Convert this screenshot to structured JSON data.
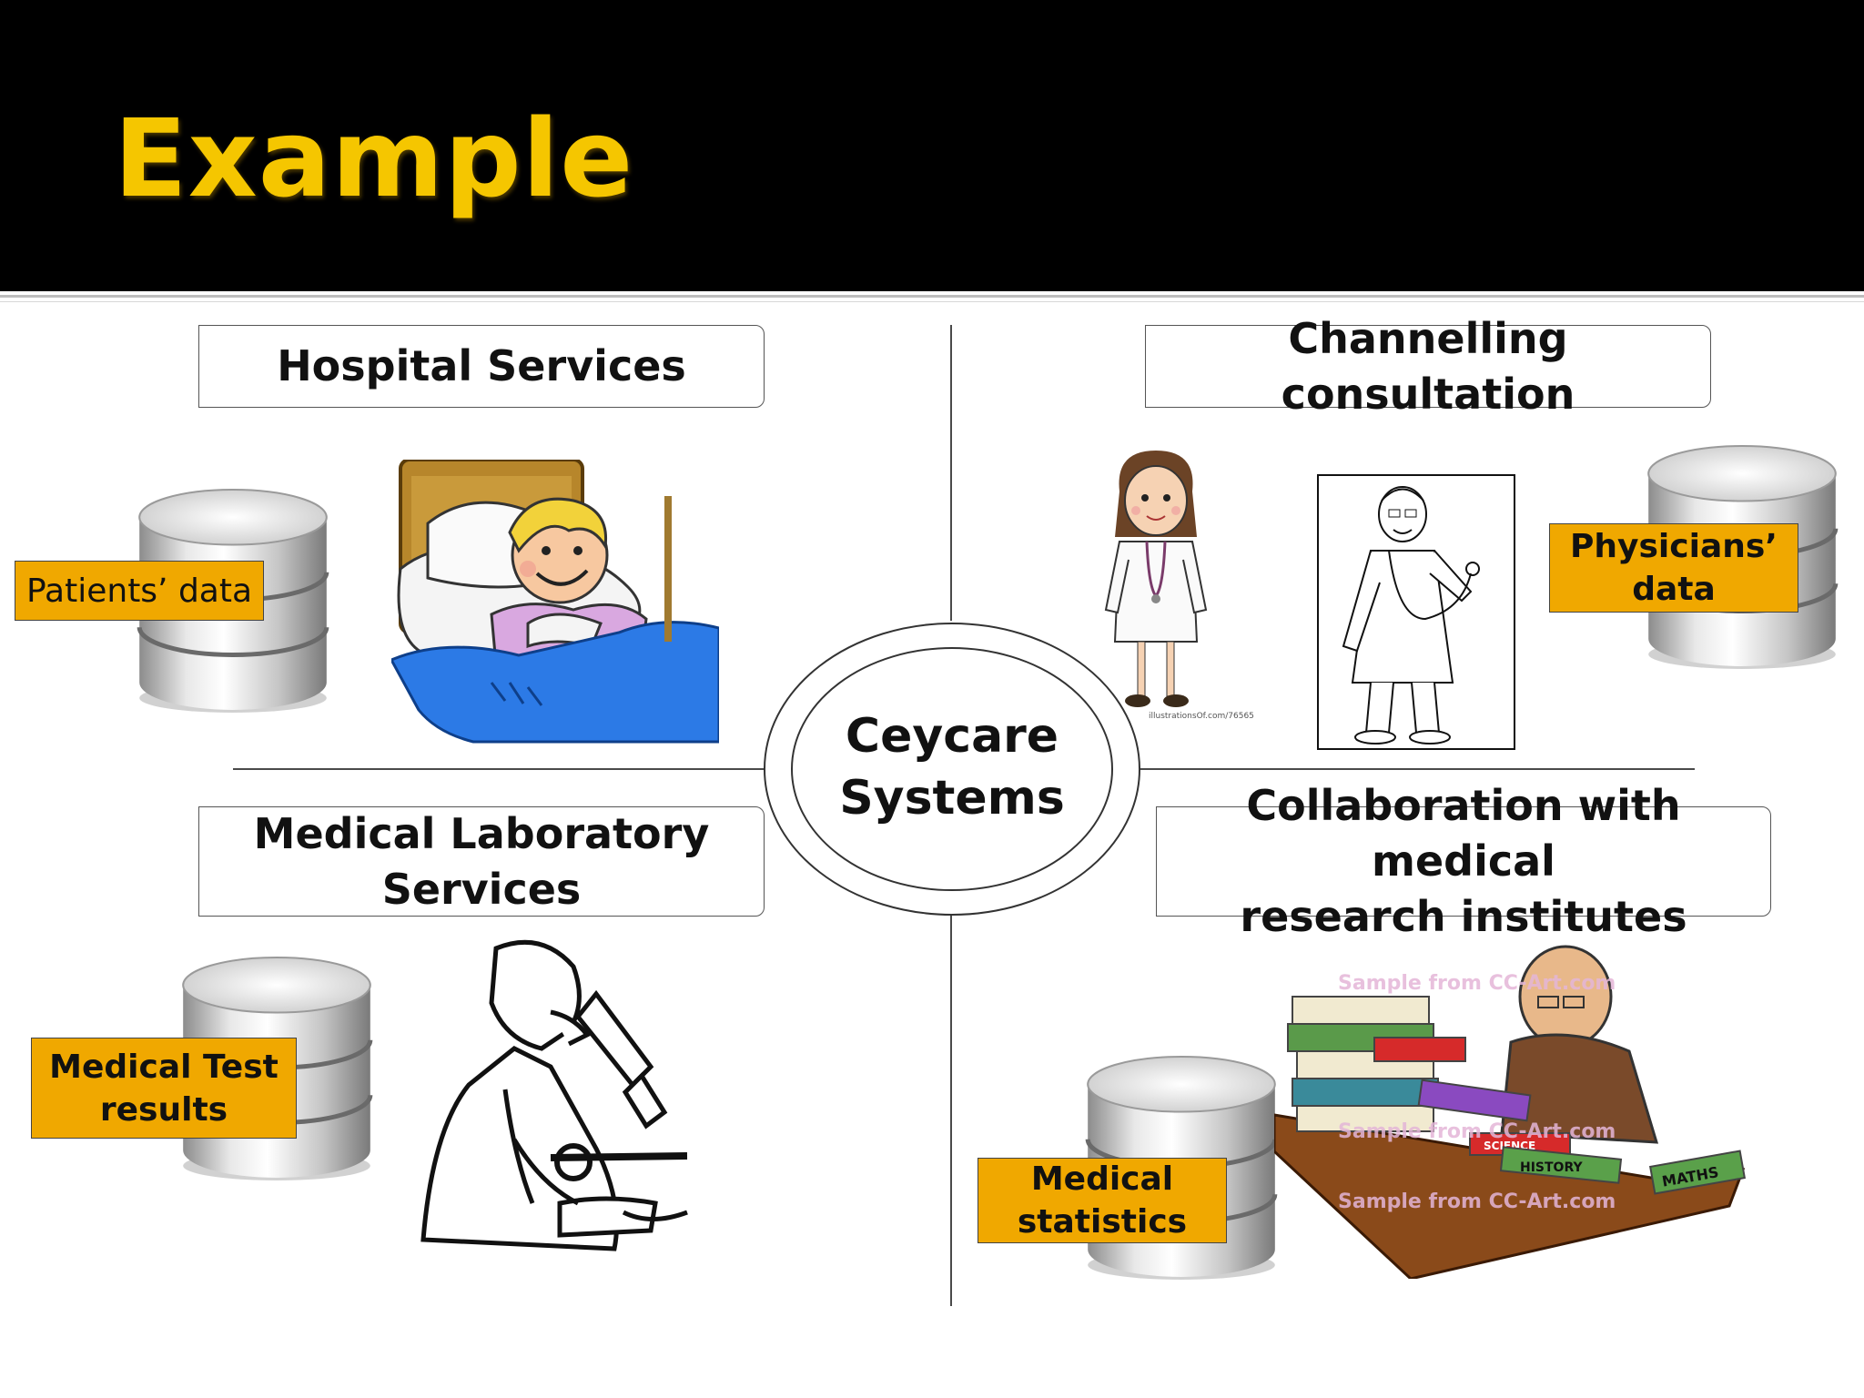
{
  "title": "Example",
  "center": {
    "line1": "Ceycare",
    "line2": "Systems"
  },
  "quadrants": {
    "top_left": {
      "heading": "Hospital Services",
      "database_label": "Patients’ data"
    },
    "top_right": {
      "heading": "Channelling consultation",
      "database_label_line1": "Physicians’",
      "database_label_line2": "data"
    },
    "bottom_left": {
      "heading_line1": "Medical Laboratory",
      "heading_line2": "Services",
      "database_label_line1": "Medical Test",
      "database_label_line2": "results"
    },
    "bottom_right": {
      "heading_line1": "Collaboration with medical",
      "heading_line2": "research institutes",
      "database_label_line1": "Medical",
      "database_label_line2": "statistics"
    }
  },
  "image_credits": {
    "doctor_woman": "illustrationsOf.com/76565"
  },
  "book_titles": [
    "SCIENCE",
    "HISTORY",
    "MATHS"
  ],
  "watermark": "Sample from CC-Art.com",
  "colors": {
    "header_bg": "#000000",
    "title": "#f5c600",
    "label_bg": "#f0a800"
  }
}
